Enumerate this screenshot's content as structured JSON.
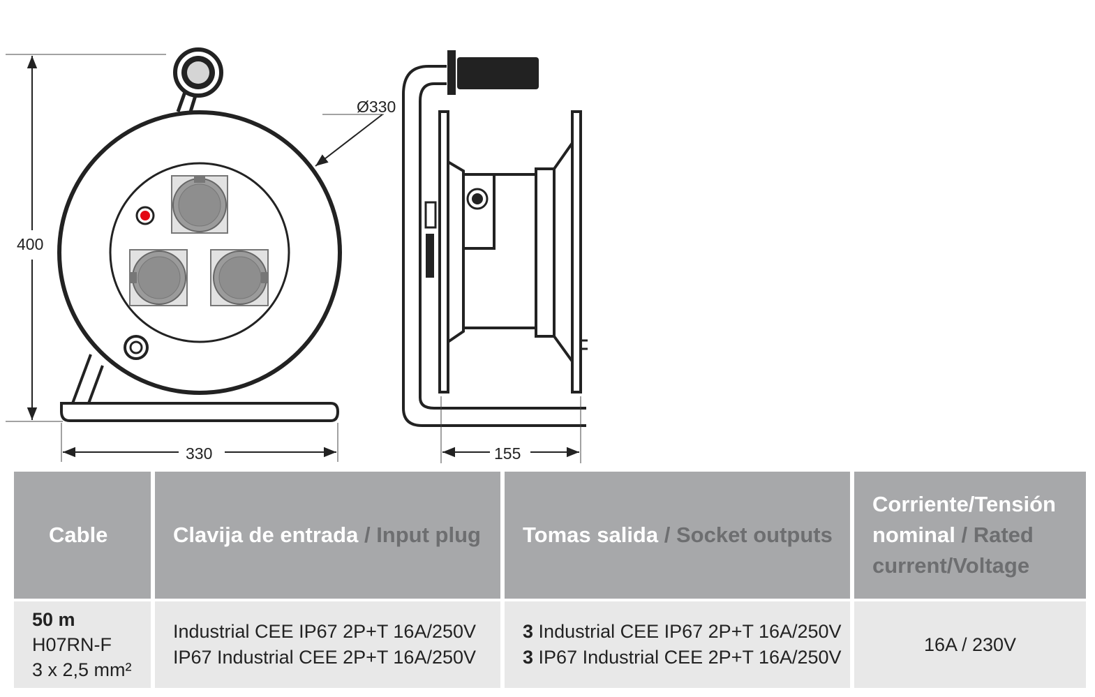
{
  "dimensions": {
    "height": "400",
    "width_front": "330",
    "diameter": "Ø330",
    "depth_side": "155"
  },
  "colors": {
    "header_bg": "#a7a8aa",
    "header_text": "#ffffff",
    "header_text_secondary": "#6d6e70",
    "row_bg": "#e8e8e8",
    "indicator": "#e30613"
  },
  "table": {
    "headers": {
      "cable": "Cable",
      "input_es": "Clavija de entrada",
      "input_en": "Input plug",
      "outputs_es": "Tomas salida",
      "outputs_en": "Socket outputs",
      "rated_es_1": "Corriente/Tensión",
      "rated_es_2": "nominal",
      "rated_en_1": "Rated",
      "rated_en_2": "current/Voltage"
    },
    "row": {
      "cable_length": "50 m",
      "cable_type": "H07RN-F",
      "cable_section": "3 x 2,5 mm²",
      "input_line1": "Industrial CEE IP67 2P+T 16A/250V",
      "input_line2": "IP67 Industrial CEE 2P+T 16A/250V",
      "output_qty1": "3",
      "output_line1": "Industrial CEE IP67 2P+T 16A/250V",
      "output_qty2": "3",
      "output_line2": "IP67 Industrial CEE 2P+T 16A/250V",
      "rated": "16A / 230V"
    }
  }
}
